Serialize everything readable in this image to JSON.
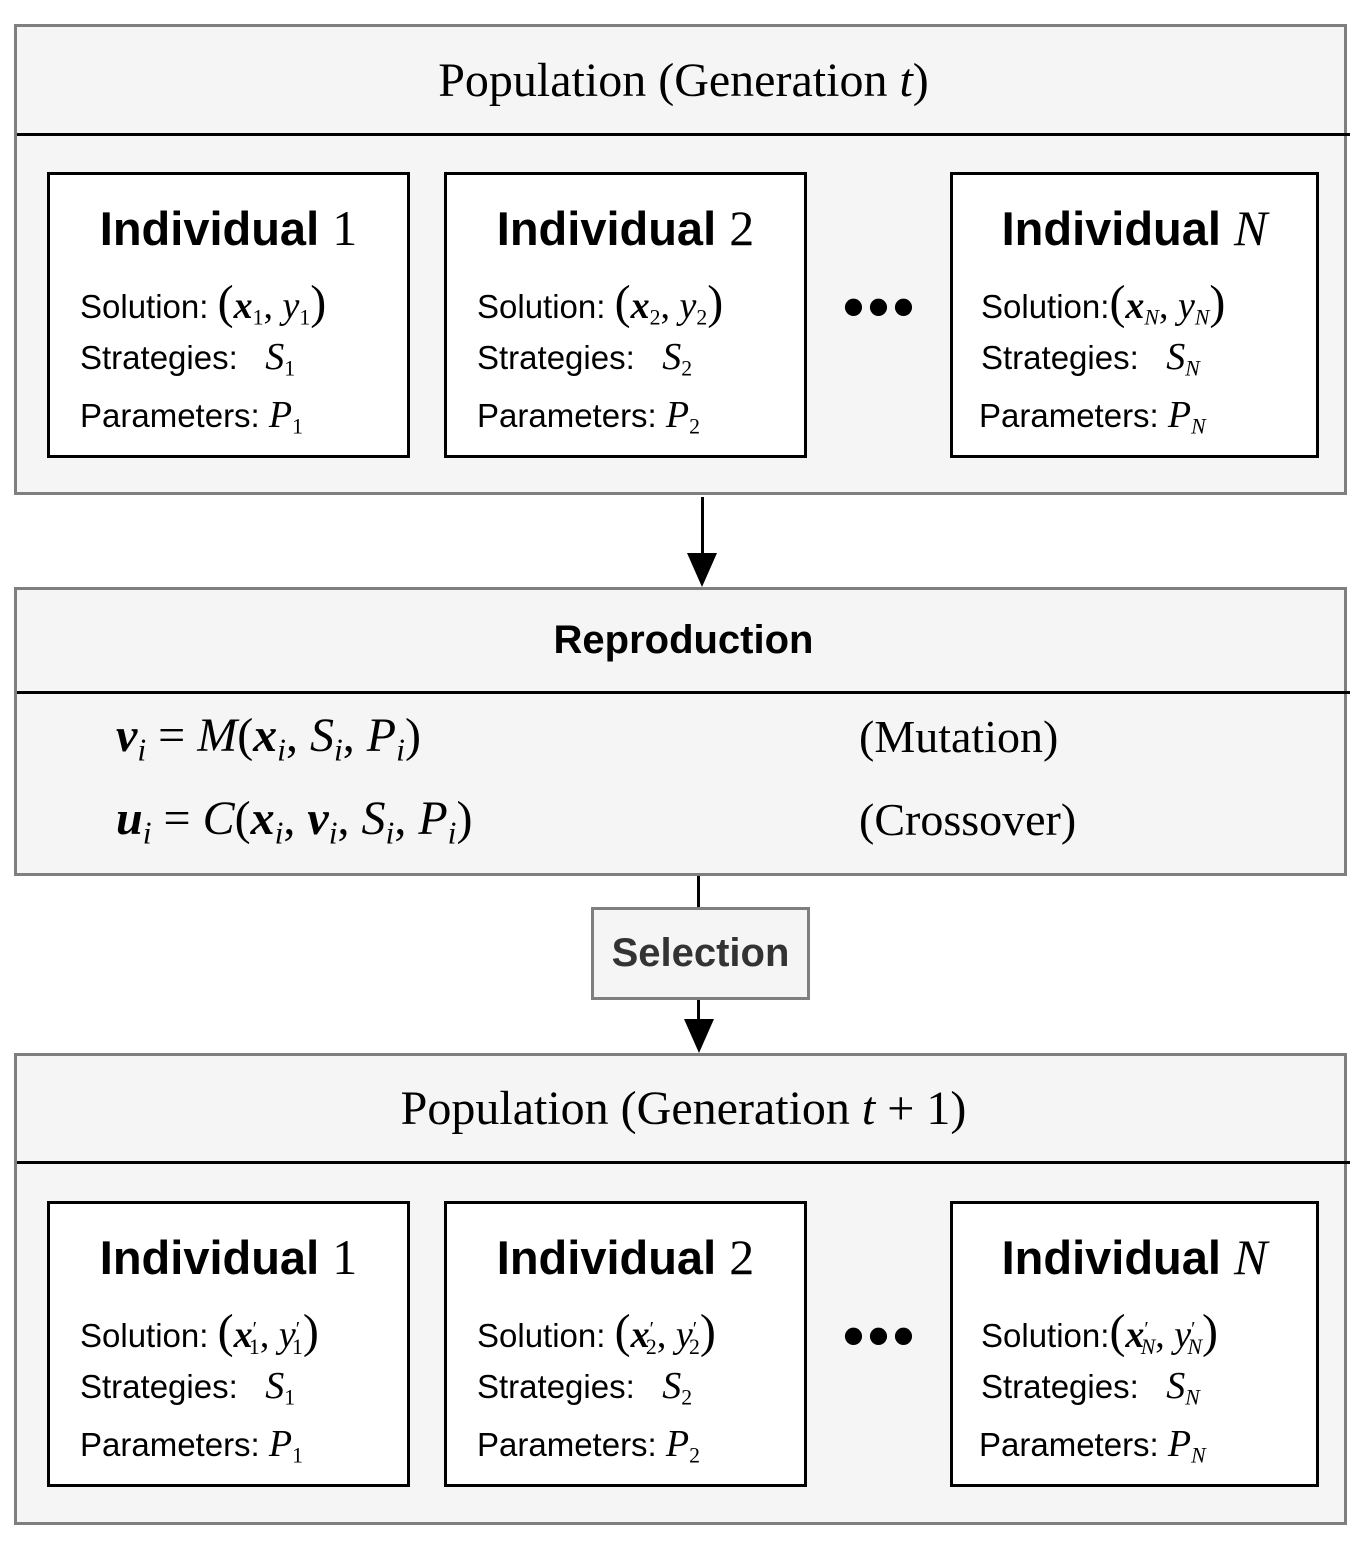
{
  "top_population": {
    "title_text": "Population (Generation ",
    "title_var": "t",
    "title_close": ")"
  },
  "labels": {
    "individual": "Individual",
    "solution": "Solution:",
    "strategies": "Strategies:",
    "parameters": "Parameters:",
    "ellipsis": "•••"
  },
  "gen_t_individuals": [
    {
      "num": "1",
      "x_sub": "1",
      "y_sub": "1",
      "s_sub": "1",
      "p_sub": "1",
      "prime": ""
    },
    {
      "num": "2",
      "x_sub": "2",
      "y_sub": "2",
      "s_sub": "2",
      "p_sub": "2",
      "prime": ""
    },
    {
      "num": "N",
      "x_sub": "N",
      "y_sub": "N",
      "s_sub": "N",
      "p_sub": "N",
      "prime": ""
    }
  ],
  "reproduction": {
    "title": "Reproduction",
    "mutation_label": "(Mutation)",
    "crossover_label": "(Crossover)"
  },
  "selection": {
    "label": "Selection"
  },
  "next_population": {
    "title_text": "Population (Generation ",
    "title_var": "t",
    "title_rest": " + 1)"
  },
  "gen_t1_individuals": [
    {
      "num": "1",
      "x_sub": "1",
      "y_sub": "1",
      "s_sub": "1",
      "p_sub": "1",
      "prime": "′"
    },
    {
      "num": "2",
      "x_sub": "2",
      "y_sub": "2",
      "s_sub": "2",
      "p_sub": "2",
      "prime": "′"
    },
    {
      "num": "N",
      "x_sub": "N",
      "y_sub": "N",
      "s_sub": "N",
      "p_sub": "N",
      "prime": "′"
    }
  ],
  "colors": {
    "panel_fill": "#f5f5f5",
    "panel_border": "#7f7f7f",
    "card_fill": "#ffffff",
    "text": "#000000",
    "selection_text": "#333333"
  }
}
